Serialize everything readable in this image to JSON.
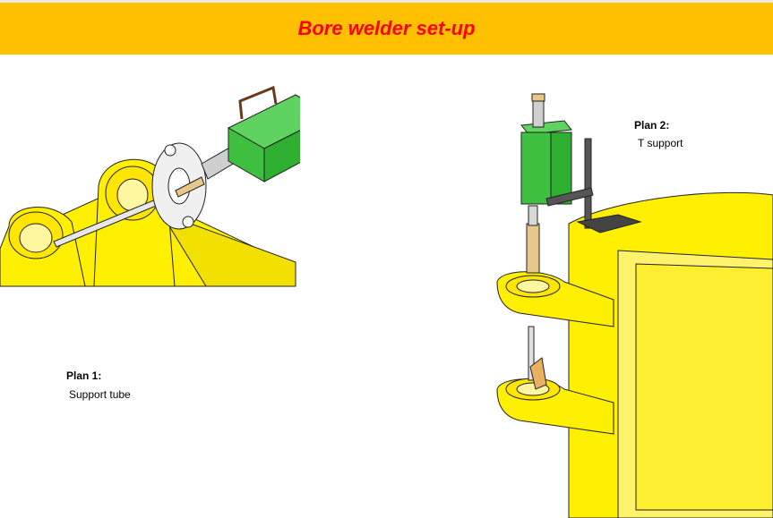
{
  "header": {
    "title": "Bore welder set-up"
  },
  "plan1": {
    "heading": "Plan 1:",
    "text": "Support tube"
  },
  "plan2": {
    "heading": "Plan 2:",
    "text": "T support"
  },
  "colors": {
    "banner": "#ffc000",
    "title": "#ff0000",
    "bucket_yellow": "#ffef00",
    "welder_green": "#3fbf3f",
    "tube_tan": "#e8c88a"
  }
}
